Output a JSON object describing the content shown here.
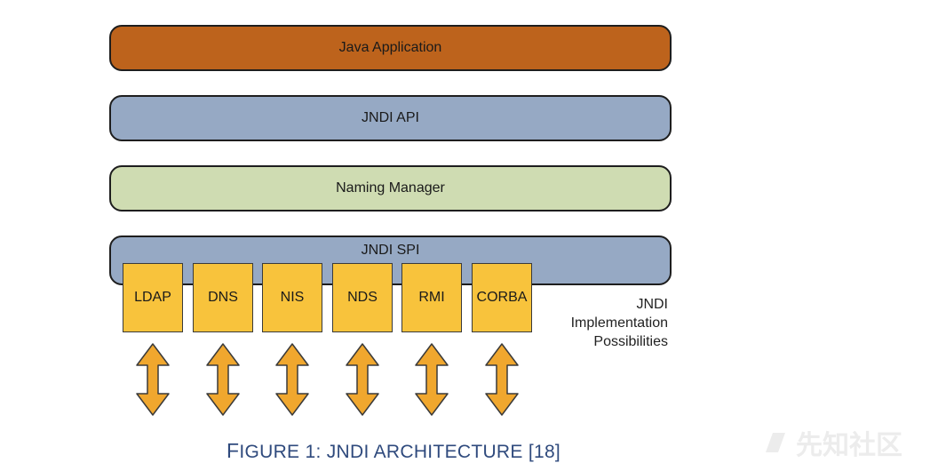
{
  "layers": {
    "app": {
      "label": "Java Application",
      "color": "#bd631c"
    },
    "api": {
      "label": "JNDI API",
      "color": "#96a9c4"
    },
    "naming_manager": {
      "label": "Naming Manager",
      "color": "#cfdcb2"
    },
    "spi": {
      "label": "JNDI SPI",
      "color": "#96a9c4"
    }
  },
  "implementations": [
    {
      "label": "LDAP"
    },
    {
      "label": "DNS"
    },
    {
      "label": "NIS"
    },
    {
      "label": "NDS"
    },
    {
      "label": "RMI"
    },
    {
      "label": "CORBA"
    }
  ],
  "impl_note": {
    "line1": "JNDI",
    "line2": "Implementation",
    "line3": "Possibilities"
  },
  "arrow_color": "#f0a72e",
  "caption": {
    "f": "F",
    "igure": "IGURE",
    "num": " 1: JNDI A",
    "rch": "RCHITECTURE",
    "ref": " [18]"
  },
  "watermark": {
    "text": "先知社区",
    "icon": "logo-icon"
  }
}
